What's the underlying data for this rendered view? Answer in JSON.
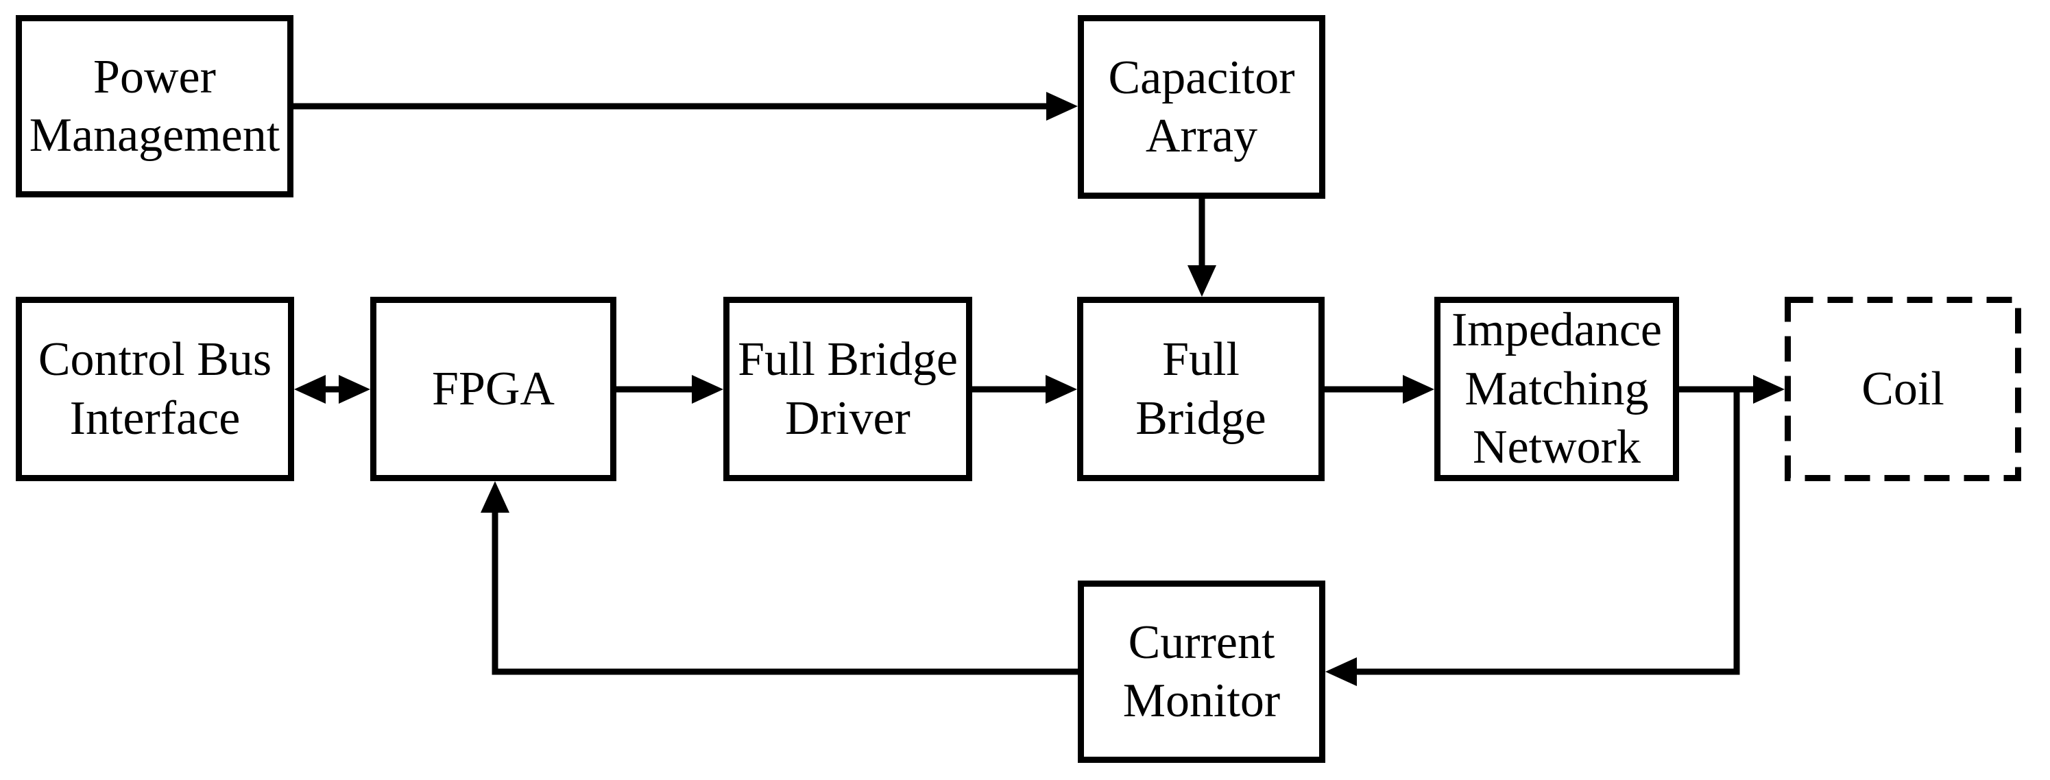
{
  "diagram": {
    "type": "block-diagram",
    "background_color": "#ffffff",
    "line_color": "#000000",
    "text_color": "#000000",
    "blocks": [
      {
        "id": "power-management",
        "label": "Power\nManagement",
        "border": "solid"
      },
      {
        "id": "capacitor-array",
        "label": "Capacitor\nArray",
        "border": "solid"
      },
      {
        "id": "control-bus-interface",
        "label": "Control Bus\nInterface",
        "border": "solid"
      },
      {
        "id": "fpga",
        "label": "FPGA",
        "border": "solid"
      },
      {
        "id": "full-bridge-driver",
        "label": "Full Bridge\nDriver",
        "border": "solid"
      },
      {
        "id": "full-bridge",
        "label": "Full\nBridge",
        "border": "solid"
      },
      {
        "id": "impedance-matching-network",
        "label": "Impedance\nMatching\nNetwork",
        "border": "solid"
      },
      {
        "id": "coil",
        "label": "Coil",
        "border": "dashed"
      },
      {
        "id": "current-monitor",
        "label": "Current\nMonitor",
        "border": "solid"
      }
    ],
    "edges": [
      {
        "from": "power-management",
        "to": "capacitor-array",
        "style": "arrow"
      },
      {
        "from": "capacitor-array",
        "to": "full-bridge",
        "style": "arrow"
      },
      {
        "from": "control-bus-interface",
        "to": "fpga",
        "style": "double-arrow"
      },
      {
        "from": "fpga",
        "to": "full-bridge-driver",
        "style": "arrow"
      },
      {
        "from": "full-bridge-driver",
        "to": "full-bridge",
        "style": "arrow"
      },
      {
        "from": "full-bridge",
        "to": "impedance-matching-network",
        "style": "arrow"
      },
      {
        "from": "impedance-matching-network",
        "to": "coil",
        "style": "arrow"
      },
      {
        "from": "impedance-matching-network",
        "to": "current-monitor",
        "style": "arrow",
        "note": "tap on output line to coil"
      },
      {
        "from": "current-monitor",
        "to": "fpga",
        "style": "arrow",
        "note": "feedback"
      }
    ]
  }
}
